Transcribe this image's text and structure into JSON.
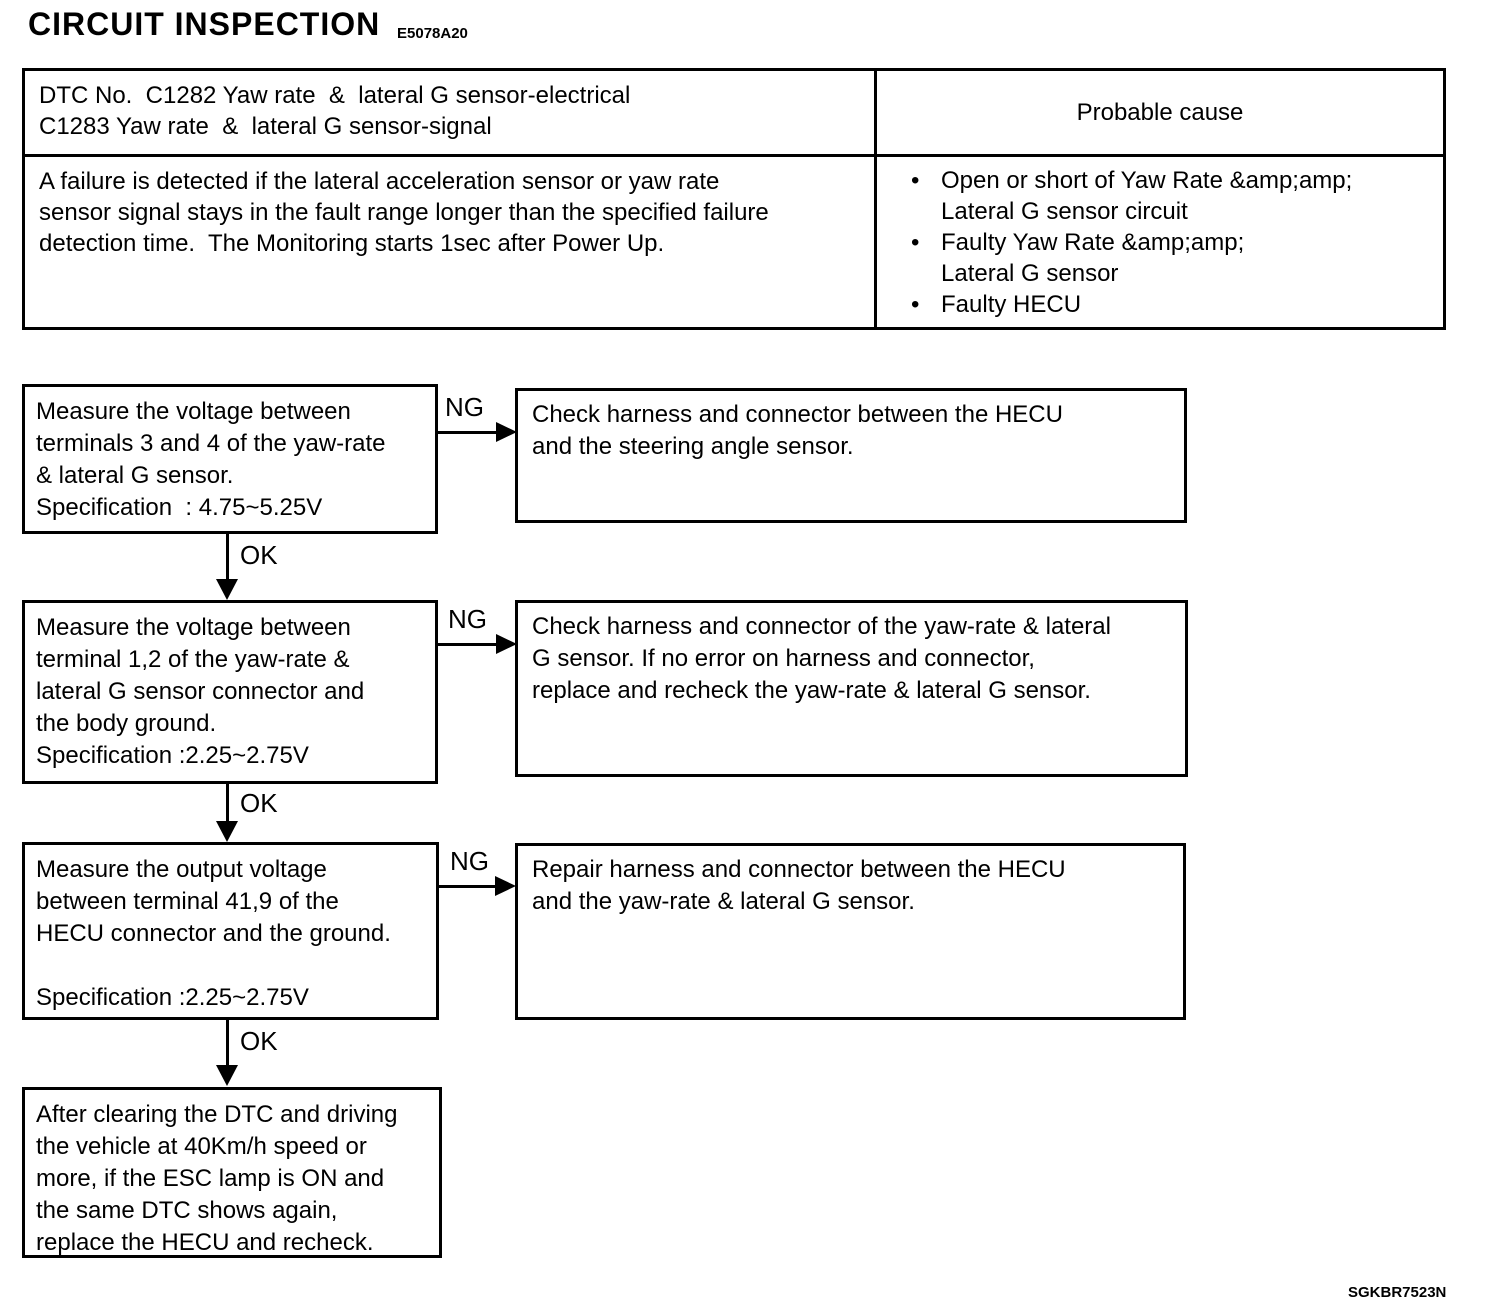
{
  "header": {
    "title": "CIRCUIT INSPECTION",
    "code": "E5078A20"
  },
  "dtc_table": {
    "dtc_title": "DTC No.  C1282 Yaw rate  &  lateral G sensor-electrical\nC1283 Yaw rate  &  lateral G sensor-signal",
    "probable_cause_header": "Probable cause",
    "description": "A failure is detected if the lateral acceleration sensor or yaw rate\nsensor signal stays in the fault range longer than the specified failure\ndetection time.  The Monitoring starts 1sec after Power Up.",
    "probable_causes": [
      "Open or short of Yaw Rate &amp;amp;\nLateral G sensor circuit",
      "Faulty Yaw Rate &amp;amp;\nLateral G sensor",
      "Faulty HECU"
    ]
  },
  "flowchart": {
    "steps": [
      {
        "action": "Measure the voltage between\nterminals 3 and 4 of the yaw-rate\n& lateral G sensor.\nSpecification  : 4.75~5.25V",
        "ng_label": "NG",
        "ng_action": "Check harness and connector between the HECU\nand the steering angle sensor.",
        "ok_label": "OK"
      },
      {
        "action": "Measure the voltage between\nterminal 1,2 of the yaw-rate &\nlateral G sensor connector and\nthe body ground.\nSpecification :2.25~2.75V",
        "ng_label": "NG",
        "ng_action": "Check harness and connector of the yaw-rate & lateral\nG sensor. If no error on harness and connector,\nreplace and recheck the yaw-rate & lateral G sensor.",
        "ok_label": "OK"
      },
      {
        "action": "Measure the output voltage\nbetween terminal 41,9 of the\nHECU connector and the ground.\n\nSpecification :2.25~2.75V",
        "ng_label": "NG",
        "ng_action": "Repair harness and connector between the HECU\nand the yaw-rate & lateral G sensor.",
        "ok_label": "OK"
      },
      {
        "action": "After clearing the DTC and driving\nthe vehicle at 40Km/h speed or\nmore, if the ESC lamp is ON and\nthe same DTC shows again,\nreplace the HECU and recheck."
      }
    ]
  },
  "footer": {
    "code": "SGKBR7523N"
  }
}
